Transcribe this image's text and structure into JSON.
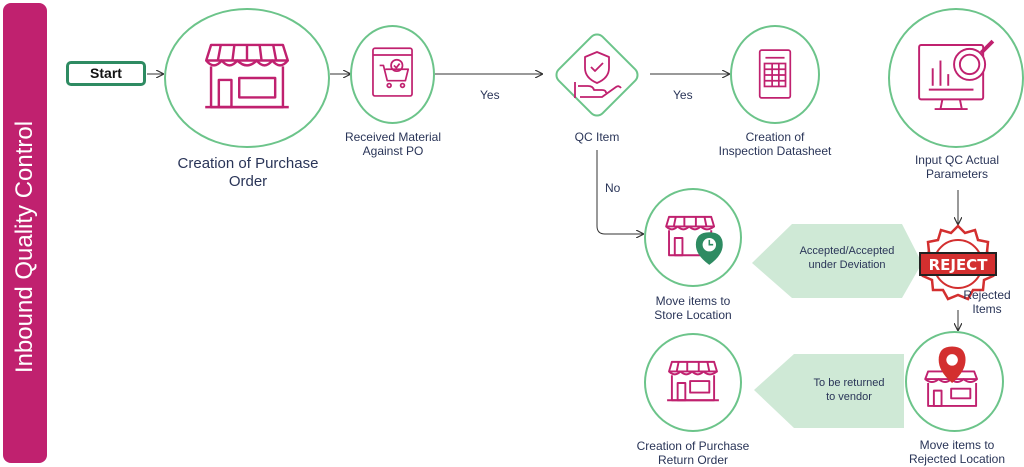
{
  "sidebar": {
    "title": "Inbound Quality Control"
  },
  "start": {
    "label": "Start"
  },
  "nodes": {
    "purchase_order": {
      "label": "Creation of Purchase Order",
      "icon": "storefront-icon"
    },
    "received_material": {
      "label_line1": "Received Material",
      "label_line2": "Against PO",
      "icon": "shopping-cart-check-icon"
    },
    "qc_item": {
      "label": "QC Item",
      "icon": "shield-hand-icon"
    },
    "inspection_datasheet": {
      "label_line1": "Creation of",
      "label_line2": "Inspection Datasheet",
      "icon": "datasheet-icon"
    },
    "input_qc": {
      "label_line1": "Input QC Actual",
      "label_line2": "Parameters",
      "icon": "monitor-chart-search-icon"
    },
    "reject": {
      "label": "REJECT",
      "icon": "reject-stamp-icon"
    },
    "store_location": {
      "label_line1": "Move items to",
      "label_line2": "Store Location",
      "icon": "store-location-pin-icon"
    },
    "return_order": {
      "label_line1": "Creation of Purchase",
      "label_line2": "Return Order",
      "icon": "storefront-icon"
    },
    "rejected_location": {
      "label_line1": "Move items to",
      "label_line2": "Rejected Location",
      "icon": "store-red-pin-icon"
    }
  },
  "edges": {
    "yes_1": "Yes",
    "yes_2": "Yes",
    "no": "No",
    "rejected_line1": "Rejected",
    "rejected_line2": "Items",
    "accepted_line1": "Accepted/Accepted",
    "accepted_line2": "under Deviation",
    "returned_line1": "To be returned",
    "returned_line2": "to vendor"
  },
  "colors": {
    "brand": "#c0216f",
    "circle_border": "#6cc48a",
    "band": "#cfe9d6",
    "start_border": "#2e8b62",
    "reject_red": "#d32f2f",
    "pin_green": "#2e8b62",
    "text": "#2a3558"
  }
}
